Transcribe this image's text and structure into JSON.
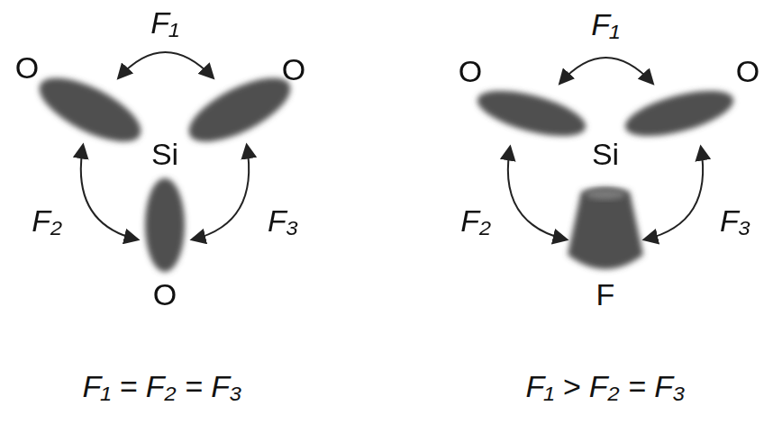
{
  "diagram": {
    "labels": [
      "O",
      "O",
      "Si",
      "O",
      "F₁",
      "F₂",
      "F₃",
      "F₁ = F₂ = F₃",
      "O",
      "O",
      "Si",
      "F",
      "F₁",
      "F₂",
      "F₃",
      "F₁ > F₂ = F₃"
    ]
  }
}
